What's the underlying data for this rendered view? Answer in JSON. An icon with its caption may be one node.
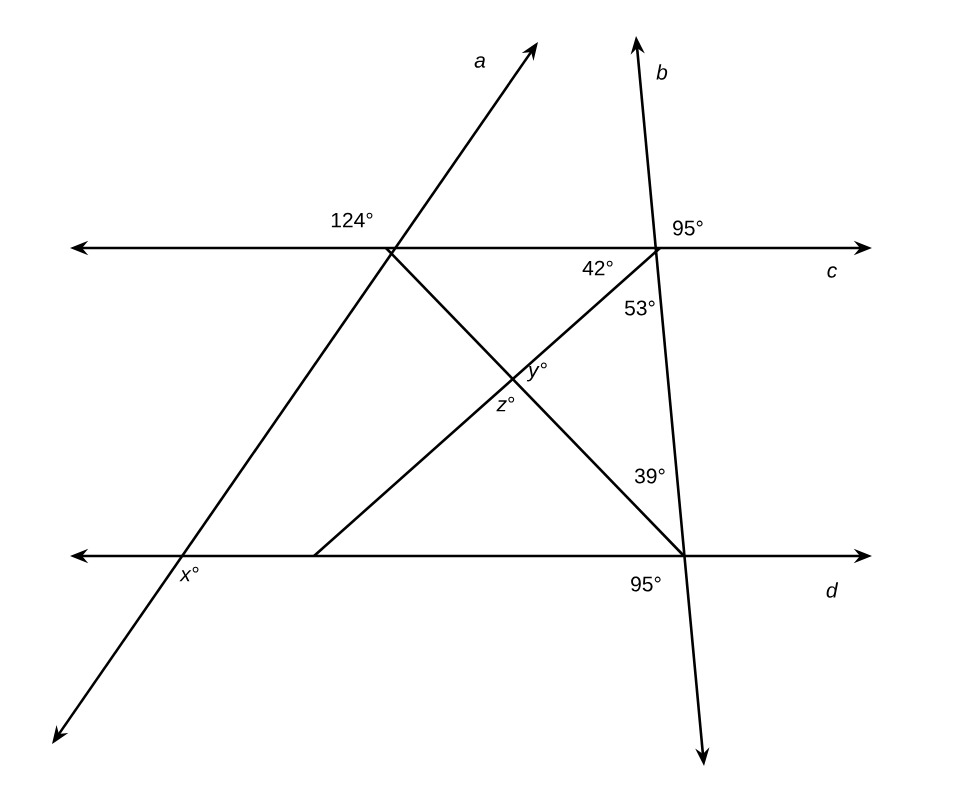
{
  "diagram": {
    "labels": [
      "*a*",
      "*b*",
      "124°",
      "95°",
      "*c*",
      "42°",
      "53°",
      "*y*°",
      "*z*°",
      "39°",
      "*x*°",
      "95°",
      "*d*"
    ]
  }
}
